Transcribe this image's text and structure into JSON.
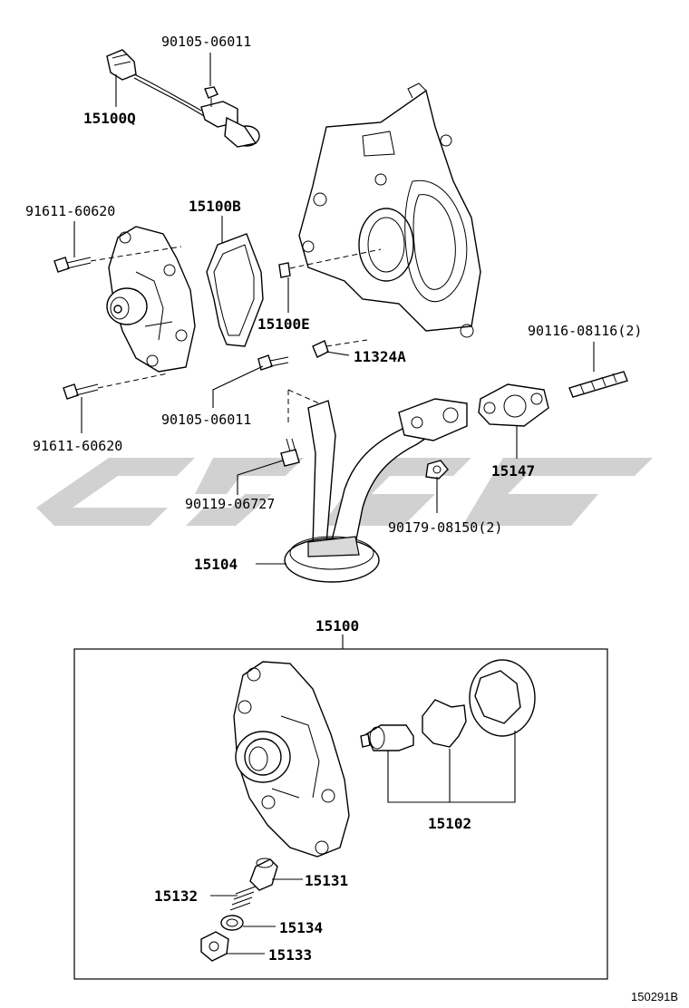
{
  "labels": {
    "p90105_06011_top": "90105-06011",
    "p15100Q": "15100Q",
    "p91611_60620_top": "91611-60620",
    "p15100B": "15100B",
    "p15100E": "15100E",
    "p11324A": "11324A",
    "p90116_08116": "90116-08116(2)",
    "p90105_06011_mid": "90105-06011",
    "p91611_60620_bot": "91611-60620",
    "p15147": "15147",
    "p90119_06727": "90119-06727",
    "p90179_08150": "90179-08150(2)",
    "p15104": "15104",
    "p15100": "15100",
    "p15102": "15102",
    "p15131": "15131",
    "p15132": "15132",
    "p15134": "15134",
    "p15133": "15133"
  },
  "diagram_ref": "150291B",
  "colors": {
    "ink": "#000000",
    "watermark": "#c9c9c9",
    "background": "#ffffff"
  }
}
